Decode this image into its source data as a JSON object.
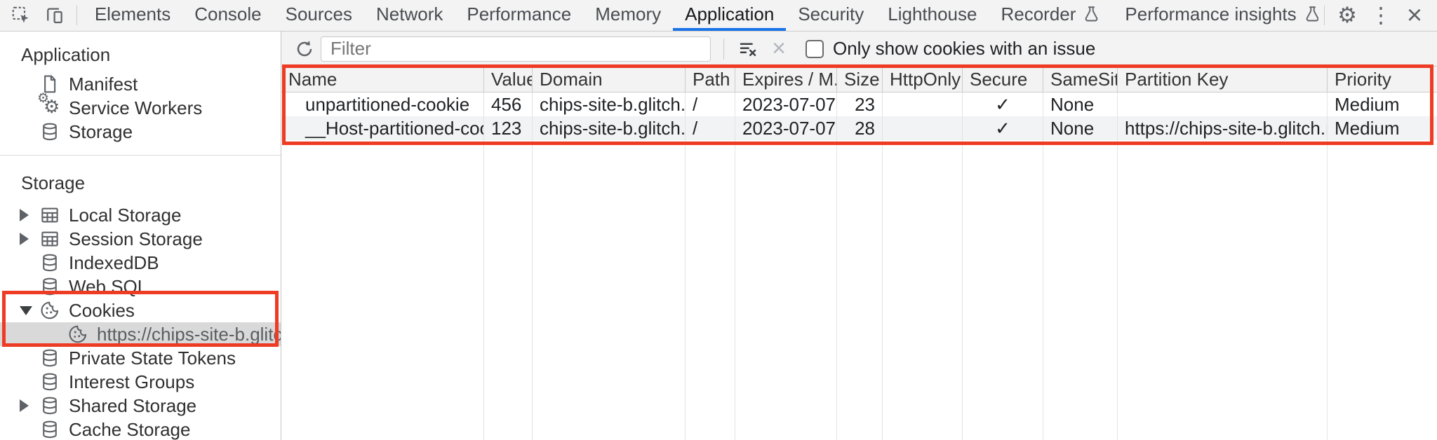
{
  "tabbar": {
    "tabs": [
      {
        "label": "Elements"
      },
      {
        "label": "Console"
      },
      {
        "label": "Sources"
      },
      {
        "label": "Network"
      },
      {
        "label": "Performance"
      },
      {
        "label": "Memory"
      },
      {
        "label": "Application",
        "active": true
      },
      {
        "label": "Security"
      },
      {
        "label": "Lighthouse"
      },
      {
        "label": "Recorder",
        "badge_icon": "flask-icon"
      },
      {
        "label": "Performance insights",
        "badge_icon": "flask-icon"
      }
    ],
    "left_icons": [
      {
        "name": "inspect-element-icon"
      },
      {
        "name": "toggle-device-toolbar-icon"
      }
    ],
    "right_icons": [
      {
        "name": "settings-gear-icon",
        "glyph": "⚙"
      },
      {
        "name": "more-options-kebab-icon",
        "glyph": "⋮"
      },
      {
        "name": "close-icon",
        "glyph": "×"
      }
    ]
  },
  "sidebar": {
    "application_section": {
      "title": "Application",
      "items": [
        {
          "label": "Manifest",
          "icon": "document-icon"
        },
        {
          "label": "Service Workers",
          "icon": "service-workers-gears-icon"
        },
        {
          "label": "Storage",
          "icon": "database-icon"
        }
      ]
    },
    "storage_section": {
      "title": "Storage",
      "items": [
        {
          "label": "Local Storage",
          "icon": "table-icon",
          "expander": "collapsed"
        },
        {
          "label": "Session Storage",
          "icon": "table-icon",
          "expander": "collapsed"
        },
        {
          "label": "IndexedDB",
          "icon": "database-icon"
        },
        {
          "label": "Web SQL",
          "icon": "database-icon"
        },
        {
          "label": "Cookies",
          "icon": "cookie-icon",
          "expander": "expanded",
          "highlighted": true
        },
        {
          "label": "https://chips-site-b.glitch.me",
          "icon": "cookie-icon",
          "selected": true,
          "highlighted": true
        },
        {
          "label": "Private State Tokens",
          "icon": "database-icon"
        },
        {
          "label": "Interest Groups",
          "icon": "database-icon"
        },
        {
          "label": "Shared Storage",
          "icon": "database-icon",
          "expander": "collapsed"
        },
        {
          "label": "Cache Storage",
          "icon": "database-icon"
        }
      ]
    }
  },
  "cookie_toolbar": {
    "refresh_icon": "refresh-icon",
    "filter_placeholder": "Filter",
    "clear_filter_icon": "clear-filter-icon",
    "delete_glyph": "×",
    "checkbox_checked": false,
    "checkbox_label": "Only show cookies with an issue"
  },
  "cookie_table": {
    "columns": [
      "Name",
      "Value",
      "Domain",
      "Path",
      "Expires / M...",
      "Size",
      "HttpOnly",
      "Secure",
      "SameSite",
      "Partition Key",
      "Priority"
    ],
    "rows": [
      {
        "name": "unpartitioned-cookie",
        "value": "456",
        "domain": "chips-site-b.glitch.me",
        "path": "/",
        "expires": "2023-07-07...",
        "size": "23",
        "http_only": "",
        "secure": "✓",
        "same_site": "None",
        "partition_key": "",
        "priority": "Medium"
      },
      {
        "name": "__Host-partitioned-cookie",
        "value": "123",
        "domain": "chips-site-b.glitch.me",
        "path": "/",
        "expires": "2023-07-07...",
        "size": "28",
        "http_only": "",
        "secure": "✓",
        "same_site": "None",
        "partition_key": "https://chips-site-b.glitch.me",
        "priority": "Medium"
      }
    ]
  },
  "highlights": {
    "annotation_color": "#ee3b23"
  },
  "colors": {
    "accent_blue": "#1a73e8",
    "toolbar_bg": "#f3f3f4",
    "row_alt_bg": "#f1f3f4",
    "selected_item_bg": "#d9d9d9"
  }
}
